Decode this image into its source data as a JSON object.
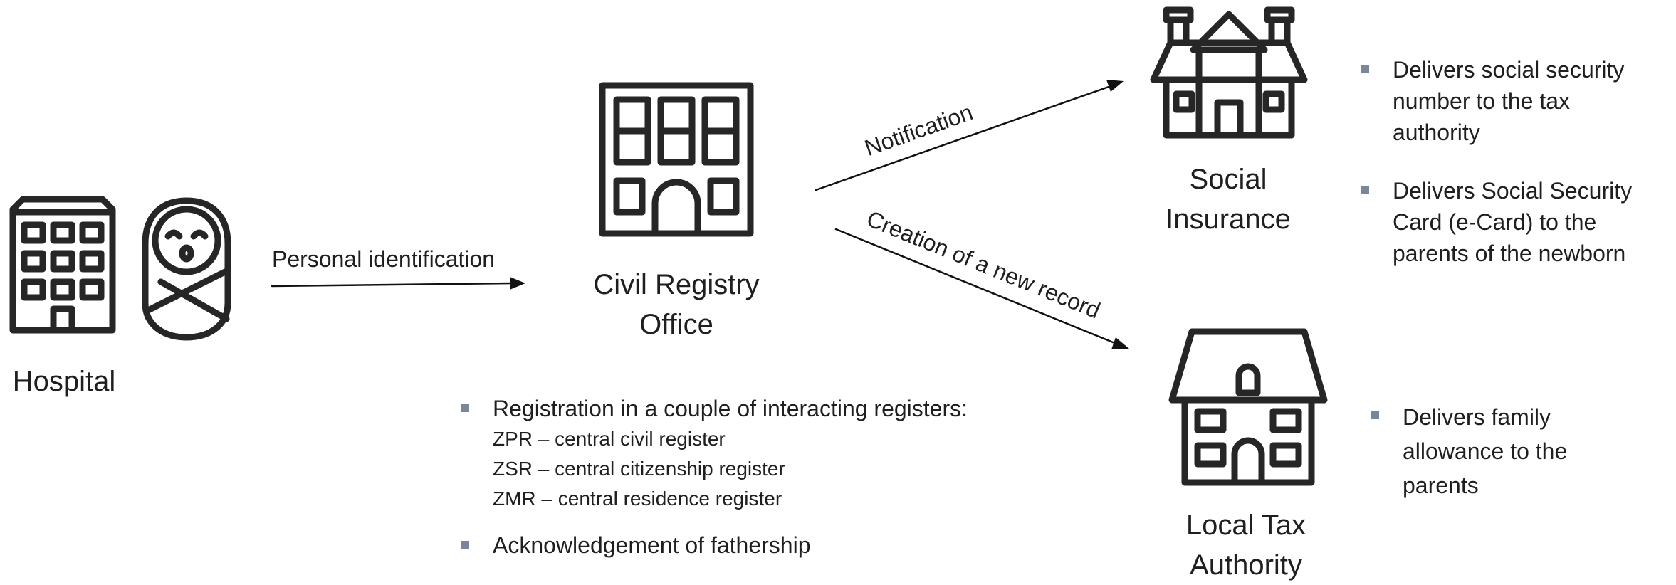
{
  "nodes": {
    "hospital": "Hospital",
    "civil_registry": [
      "Civil Registry",
      "Office"
    ],
    "social_insurance": [
      "Social",
      "Insurance"
    ],
    "local_tax": [
      "Local Tax",
      "Authority"
    ]
  },
  "edges": {
    "personal_identification": "Personal identification",
    "notification": "Notification",
    "creation": "Creation of a new record"
  },
  "registry_notes": {
    "item1_title": "Registration in a couple of interacting registers:",
    "registers": [
      "ZPR – central civil register",
      "ZSR – central citizenship register",
      "ZMR – central residence register"
    ],
    "item2": "Acknowledgement of fathership"
  },
  "social_notes": [
    [
      "Delivers social security",
      "number to the tax",
      "authority"
    ],
    [
      "Delivers Social Security",
      "Card (e-Card) to the",
      "parents of the newborn"
    ]
  ],
  "tax_notes": [
    [
      "Delivers family",
      "allowance to the",
      "parents"
    ]
  ],
  "icons": [
    "hospital-icon",
    "baby-icon",
    "office-building-icon",
    "mansion-icon",
    "house-icon"
  ]
}
